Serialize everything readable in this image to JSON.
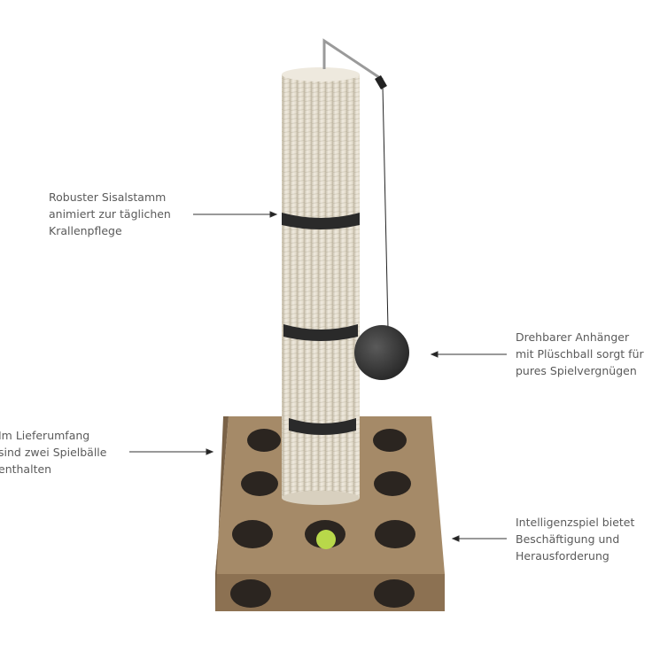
{
  "annotations": {
    "post": {
      "lines": [
        "Robuster Sisalstamm",
        "animiert zur täglichen",
        "Krallenpflege"
      ]
    },
    "pendant": {
      "lines": [
        "Drehbarer Anhänger",
        "mit Plüschball sorgt für",
        "pures Spielvergnügen"
      ]
    },
    "balls": {
      "lines": [
        "Im Lieferumfang",
        "sind zwei Spielbälle",
        "enthalten"
      ]
    },
    "puzzle": {
      "lines": [
        "Intelligenzspiel bietet",
        "Beschäftigung und",
        "Herausforderung"
      ]
    }
  },
  "colors": {
    "sisal": "#e8e2d4",
    "band": "#2a2a2a",
    "board": "#9a7f5e",
    "hole": "#2b2520",
    "plush_ball": "#3c3c3c",
    "toy_ball": "#b8d84a",
    "text": "#5a5a5a"
  }
}
